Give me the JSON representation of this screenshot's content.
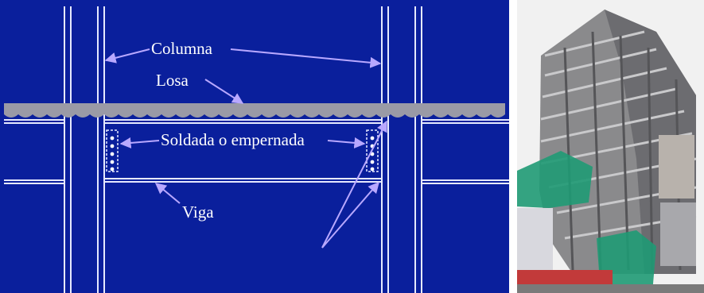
{
  "diagram": {
    "labels": {
      "column": "Columna",
      "slab": "Losa",
      "connection": "Soldada o empernada",
      "beam": "Viga"
    },
    "colors": {
      "background": "#0a1f9c",
      "structure_lines": "#e6e9ff",
      "slab": "#9a9aa6",
      "arrows": "#b8a8ff",
      "text": "#ffffff"
    }
  },
  "photo": {
    "subject": "steel-frame building under construction",
    "colors": {
      "sky": "#f1f1f1",
      "steel": "#6f6f72",
      "safety_net": "#1f9a74",
      "hoarding": "#c23a3a"
    }
  }
}
